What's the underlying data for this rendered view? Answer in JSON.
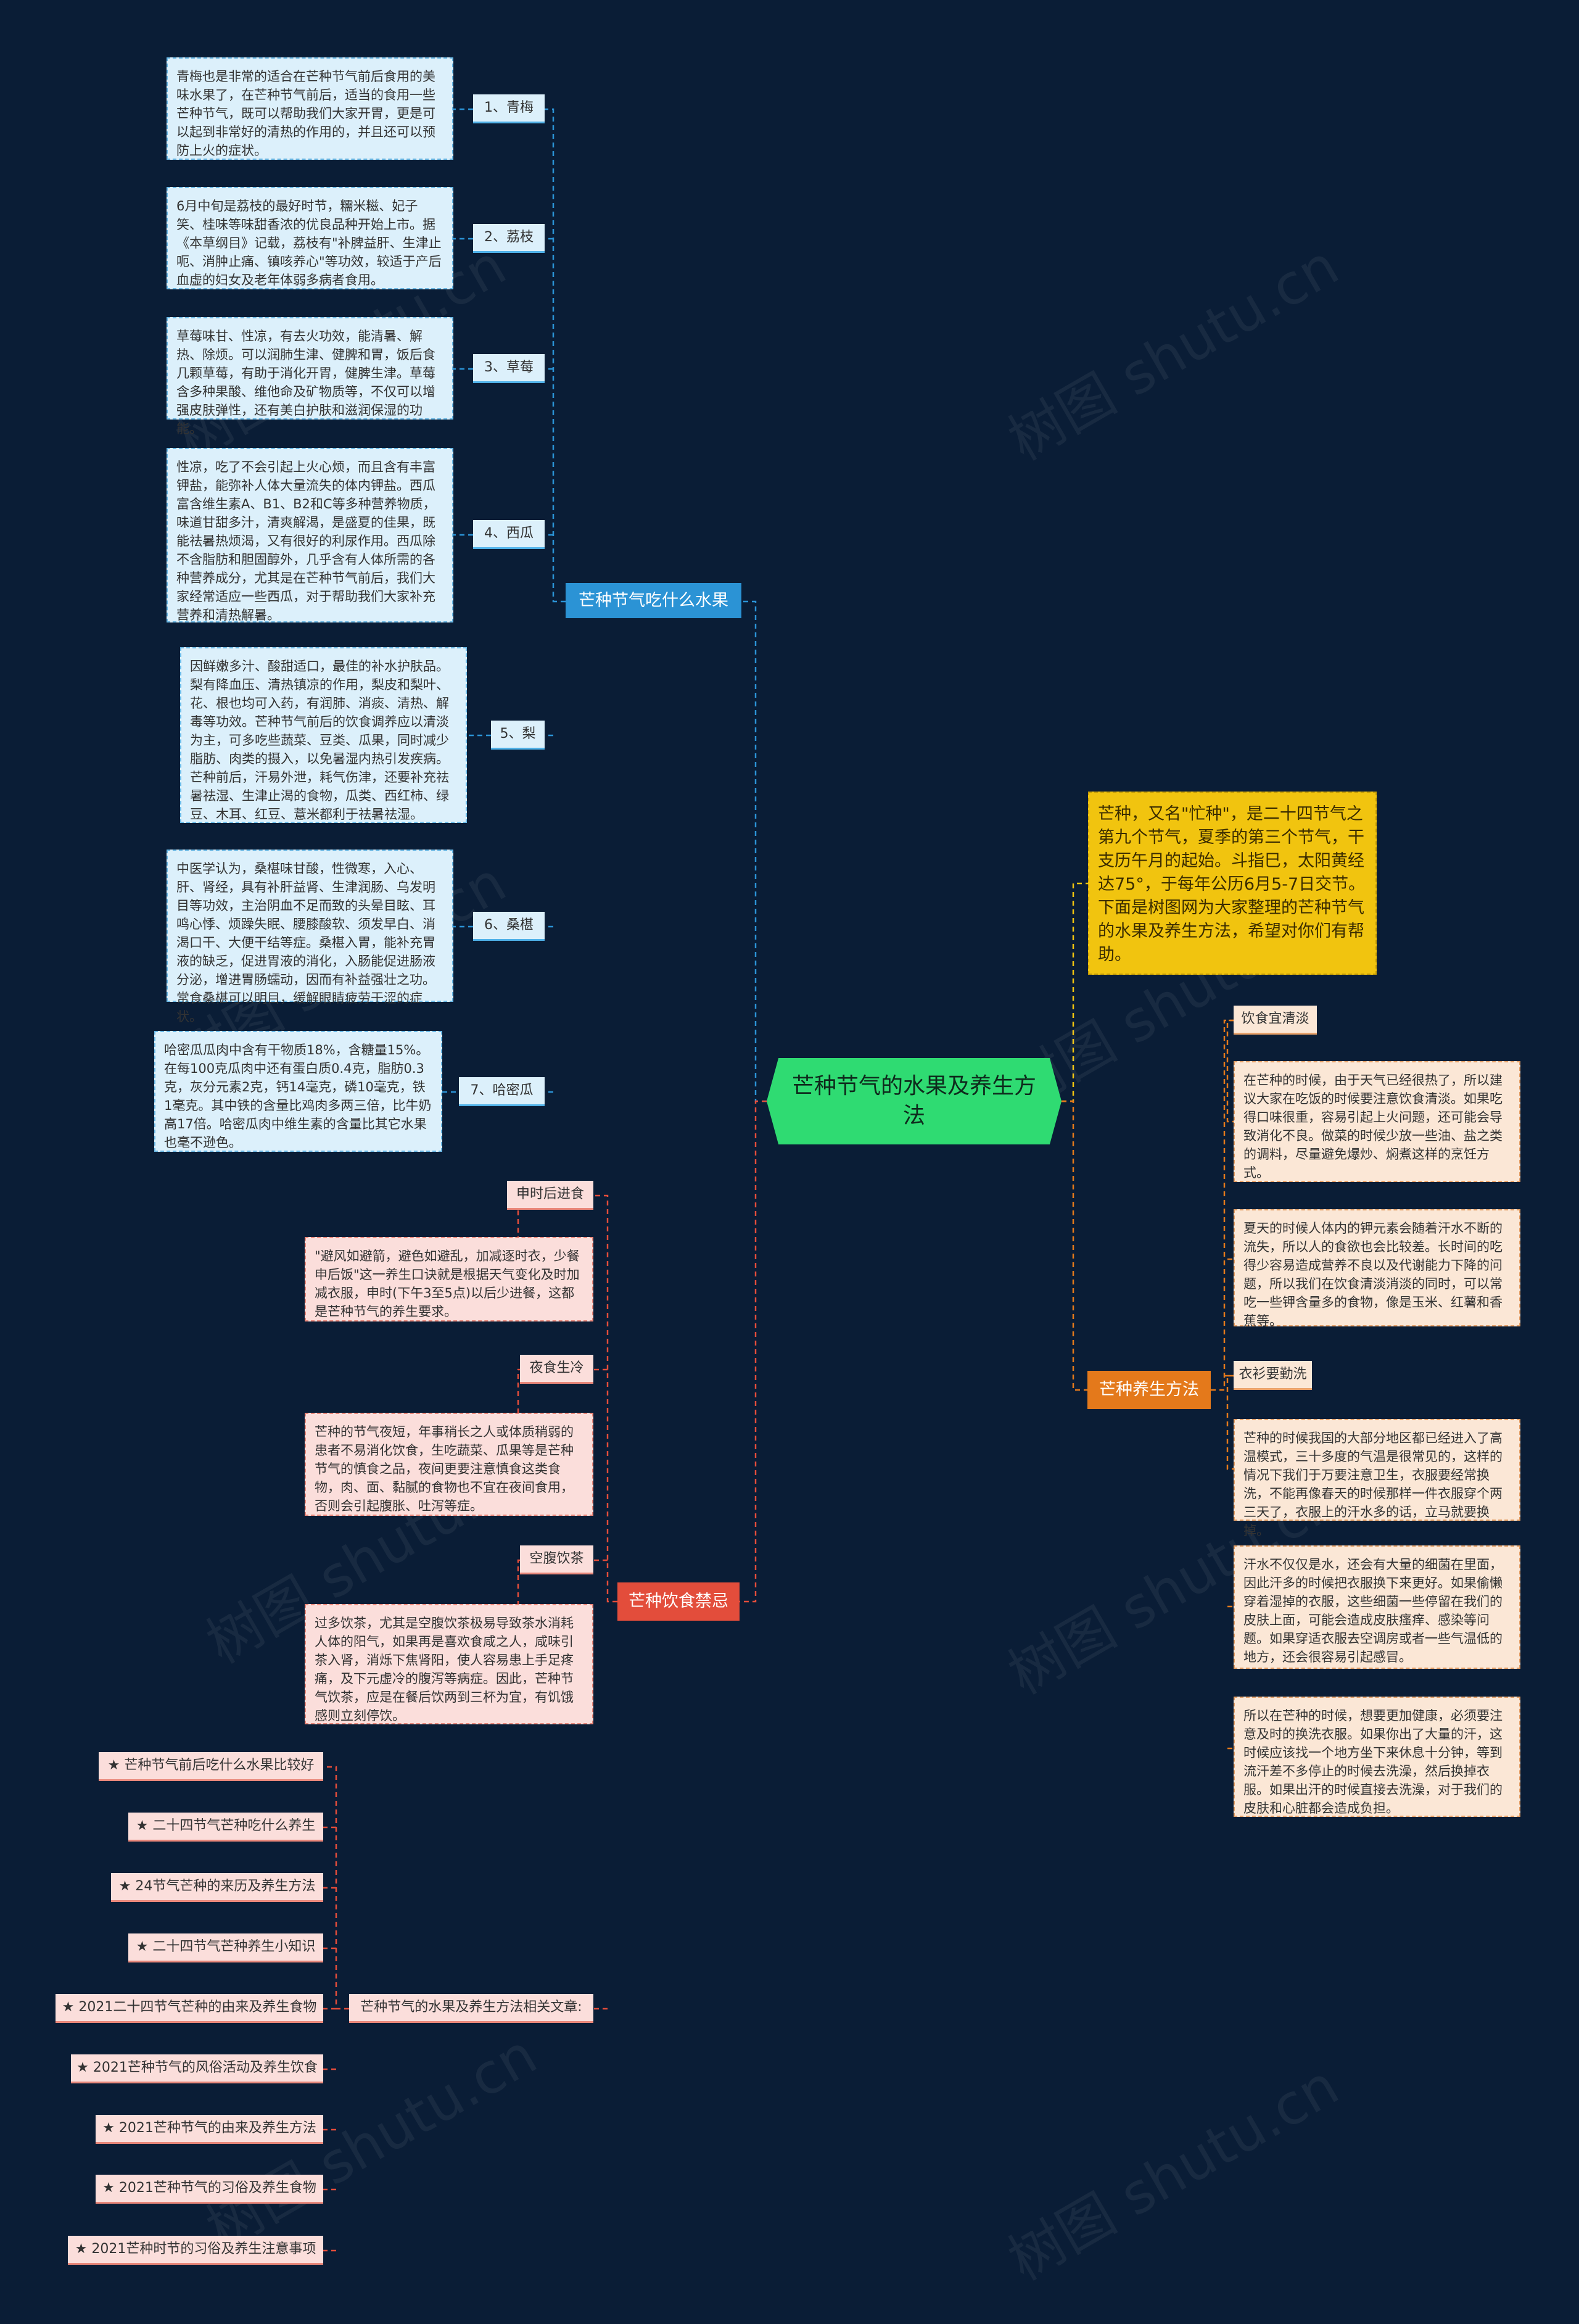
{
  "root": "芒种节气的水果及养生方法",
  "intro": "芒种，又名\"忙种\"，是二十四节气之第九个节气，夏季的第三个节气，干支历午月的起始。斗指巳，太阳黄经达75°，于每年公历6月5-7日交节。下面是树图网为大家整理的芒种节气的水果及养生方法，希望对你们有帮助。",
  "branch_fruits": {
    "title": "芒种节气吃什么水果",
    "items": [
      {
        "label": "1、青梅",
        "text": "青梅也是非常的适合在芒种节气前后食用的美味水果了，在芒种节气前后，适当的食用一些芒种节气，既可以帮助我们大家开胃，更是可以起到非常好的清热的作用的，并且还可以预防上火的症状。"
      },
      {
        "label": "2、荔枝",
        "text": "6月中旬是荔枝的最好时节，糯米糍、妃子笑、桂味等味甜香浓的优良品种开始上市。据《本草纲目》记载，荔枝有\"补脾益肝、生津止呃、消肿止痛、镇咳养心\"等功效，较适于产后血虚的妇女及老年体弱多病者食用。"
      },
      {
        "label": "3、草莓",
        "text": "草莓味甘、性凉，有去火功效，能清暑、解热、除烦。可以润肺生津、健脾和胃，饭后食几颗草莓，有助于消化开胃，健脾生津。草莓含多种果酸、维他命及矿物质等，不仅可以增强皮肤弹性，还有美白护肤和滋润保湿的功能。"
      },
      {
        "label": "4、西瓜",
        "text": "性凉，吃了不会引起上火心烦，而且含有丰富钾盐，能弥补人体大量流失的体内钾盐。西瓜富含维生素A、B1、B2和C等多种营养物质，味道甘甜多汁，清爽解渴，是盛夏的佳果，既能祛暑热烦渴，又有很好的利尿作用。西瓜除不含脂肪和胆固醇外，几乎含有人体所需的各种营养成分，尤其是在芒种节气前后，我们大家经常适应一些西瓜，对于帮助我们大家补充营养和清热解暑。"
      },
      {
        "label": "5、梨",
        "text": "因鲜嫩多汁、酸甜适口，最佳的补水护肤品。梨有降血压、清热镇凉的作用，梨皮和梨叶、花、根也均可入药，有润肺、消痰、清热、解毒等功效。芒种节气前后的饮食调养应以清淡为主，可多吃些蔬菜、豆类、瓜果，同时减少脂肪、肉类的摄入，以免暑湿内热引发疾病。芒种前后，汗易外泄，耗气伤津，还要补充祛暑祛湿、生津止渴的食物，瓜类、西红柿、绿豆、木耳、红豆、薏米都利于祛暑祛湿。"
      },
      {
        "label": "6、桑椹",
        "text": "中医学认为，桑椹味甘酸，性微寒，入心、肝、肾经，具有补肝益肾、生津润肠、乌发明目等功效，主治阴血不足而致的头晕目眩、耳鸣心悸、烦躁失眠、腰膝酸软、须发早白、消渴口干、大便干结等症。桑椹入胃，能补充胃液的缺乏，促进胃液的消化，入肠能促进肠液分泌，增进胃肠蠕动，因而有补益强壮之功。常食桑椹可以明目，缓解眼睛疲劳干涩的症状。"
      },
      {
        "label": "7、哈密瓜",
        "text": "哈密瓜瓜肉中含有干物质18%，含糖量15%。在每100克瓜肉中还有蛋白质0.4克，脂肪0.3克，灰分元素2克，钙14毫克，磷10毫克，铁1毫克。其中铁的含量比鸡肉多两三倍，比牛奶高17倍。哈密瓜肉中维生素的含量比其它水果也毫不逊色。"
      }
    ]
  },
  "branch_taboo": {
    "title": "芒种饮食禁忌",
    "items": [
      {
        "label": "申时后进食",
        "text": "\"避风如避箭，避色如避乱，加减逐时衣，少餐申后饭\"这一养生口诀就是根据天气变化及时加减衣服，申时(下午3至5点)以后少进餐，这都是芒种节气的养生要求。"
      },
      {
        "label": "夜食生冷",
        "text": "芒种的节气夜短，年事稍长之人或体质稍弱的患者不易消化饮食，生吃蔬菜、瓜果等是芒种节气的慎食之品，夜间更要注意慎食这类食物，肉、面、黏腻的食物也不宜在夜间食用，否则会引起腹胀、吐泻等症。"
      },
      {
        "label": "空腹饮茶",
        "text": "过多饮茶，尤其是空腹饮茶极易导致茶水消耗人体的阳气，如果再是喜欢食咸之人，咸味引茶入肾，消烁下焦肾阳，使人容易患上手足疼痛，及下元虚冷的腹泻等病症。因此，芒种节气饮茶，应是在餐后饮两到三杯为宜，有饥饿感则立刻停饮。"
      }
    ],
    "related": {
      "title": "芒种节气的水果及养生方法相关文章:",
      "links": [
        "★ 芒种节气前后吃什么水果比较好",
        "★ 二十四节气芒种吃什么养生",
        "★ 24节气芒种的来历及养生方法",
        "★ 二十四节气芒种养生小知识",
        "★ 2021二十四节气芒种的由来及养生食物",
        "★ 2021芒种节气的风俗活动及养生饮食",
        "★ 2021芒种节气的由来及养生方法",
        "★ 2021芒种节气的习俗及养生食物",
        "★ 2021芒种时节的习俗及养生注意事项"
      ]
    }
  },
  "branch_health": {
    "title": "芒种养生方法",
    "items": [
      {
        "label": "饮食宜清淡",
        "texts": [
          "在芒种的时候，由于天气已经很热了，所以建议大家在吃饭的时候要注意饮食清淡。如果吃得口味很重，容易引起上火问题，还可能会导致消化不良。做菜的时候少放一些油、盐之类的调料，尽量避免爆炒、焖煮这样的烹饪方式。",
          "夏天的时候人体内的钾元素会随着汗水不断的流失，所以人的食欲也会比较差。长时间的吃得少容易造成营养不良以及代谢能力下降的问题，所以我们在饮食清淡消淡的同时，可以常吃一些钾含量多的食物，像是玉米、红薯和香蕉等。"
        ]
      },
      {
        "label": "衣衫要勤洗",
        "texts": [
          "芒种的时候我国的大部分地区都已经进入了高温模式，三十多度的气温是很常见的，这样的情况下我们于万要注意卫生，衣服要经常换洗，不能再像春天的时候那样一件衣服穿个两三天了，衣服上的汗水多的话，立马就要换掉。",
          "汗水不仅仅是水，还会有大量的细菌在里面，因此汗多的时候把衣服换下来更好。如果偷懒穿着湿掉的衣服，这些细菌一些停留在我们的皮肤上面，可能会造成皮肤瘙痒、感染等问题。如果穿适衣服去空调房或者一些气温低的地方，还会很容易引起感冒。",
          "所以在芒种的时候，想要更加健康，必须要注意及时的换洗衣服。如果你出了大量的汗，这时候应该找一个地方坐下来休息十分钟，等到流汗差不多停止的时候去洗澡，然后换掉衣服。如果出汗的时候直接去洗澡，对于我们的皮肤和心脏都会造成负担。"
        ]
      }
    ]
  },
  "watermark": "树图 shutu.cn",
  "colors": {
    "background": "#0a1d36",
    "root": "#2fdb72",
    "fruits": "#2b93d5",
    "taboo": "#e34d3b",
    "health": "#e4791b",
    "intro": "#f1c40f"
  }
}
